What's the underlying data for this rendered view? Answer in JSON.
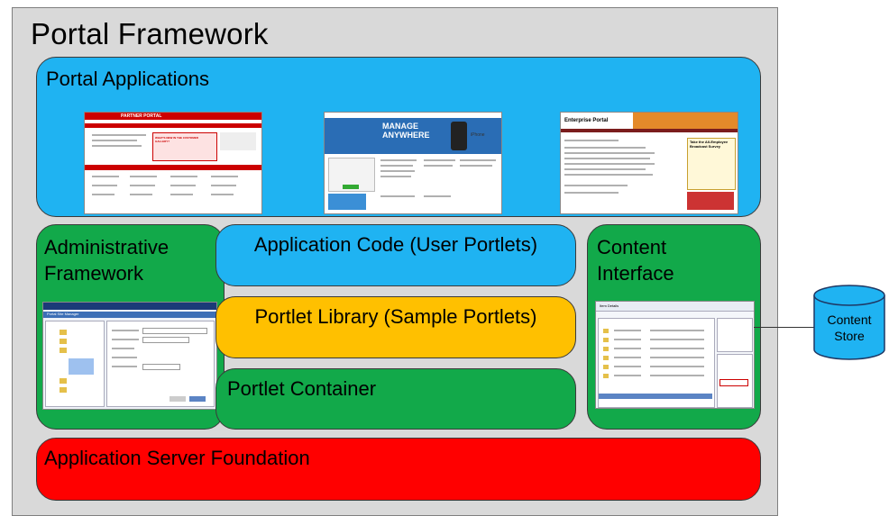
{
  "diagram": {
    "title": "Portal Framework",
    "portal_applications": {
      "label": "Portal Applications",
      "thumbnails": [
        {
          "title": "PARTNER PORTAL",
          "tagline": "WHAT'S NEW IN THE CUSTOMER GALLERY?"
        },
        {
          "title": "MANAGE ANYWHERE",
          "brand": "iPhone"
        },
        {
          "title": "Enterprise Portal",
          "tagline": "Take the All-Employee Broadcast Survey"
        }
      ]
    },
    "administrative_framework": {
      "label": "Administrative Framework",
      "screenshot_title": "Portal Site Manager"
    },
    "application_code": {
      "label": "Application Code (User Portlets)"
    },
    "portlet_library": {
      "label": "Portlet Library (Sample Portlets)"
    },
    "portlet_container": {
      "label": "Portlet Container"
    },
    "content_interface": {
      "label": "Content Interface",
      "screenshot_title": "Item Details"
    },
    "application_server": {
      "label": "Application Server Foundation"
    },
    "content_store": {
      "label": "Content Store"
    }
  },
  "colors": {
    "frame": "#d9d9d9",
    "blue": "#1fb3f2",
    "green": "#12a94a",
    "yellow": "#ffc000",
    "red": "#ff0000",
    "store": "#1fb3f2"
  }
}
